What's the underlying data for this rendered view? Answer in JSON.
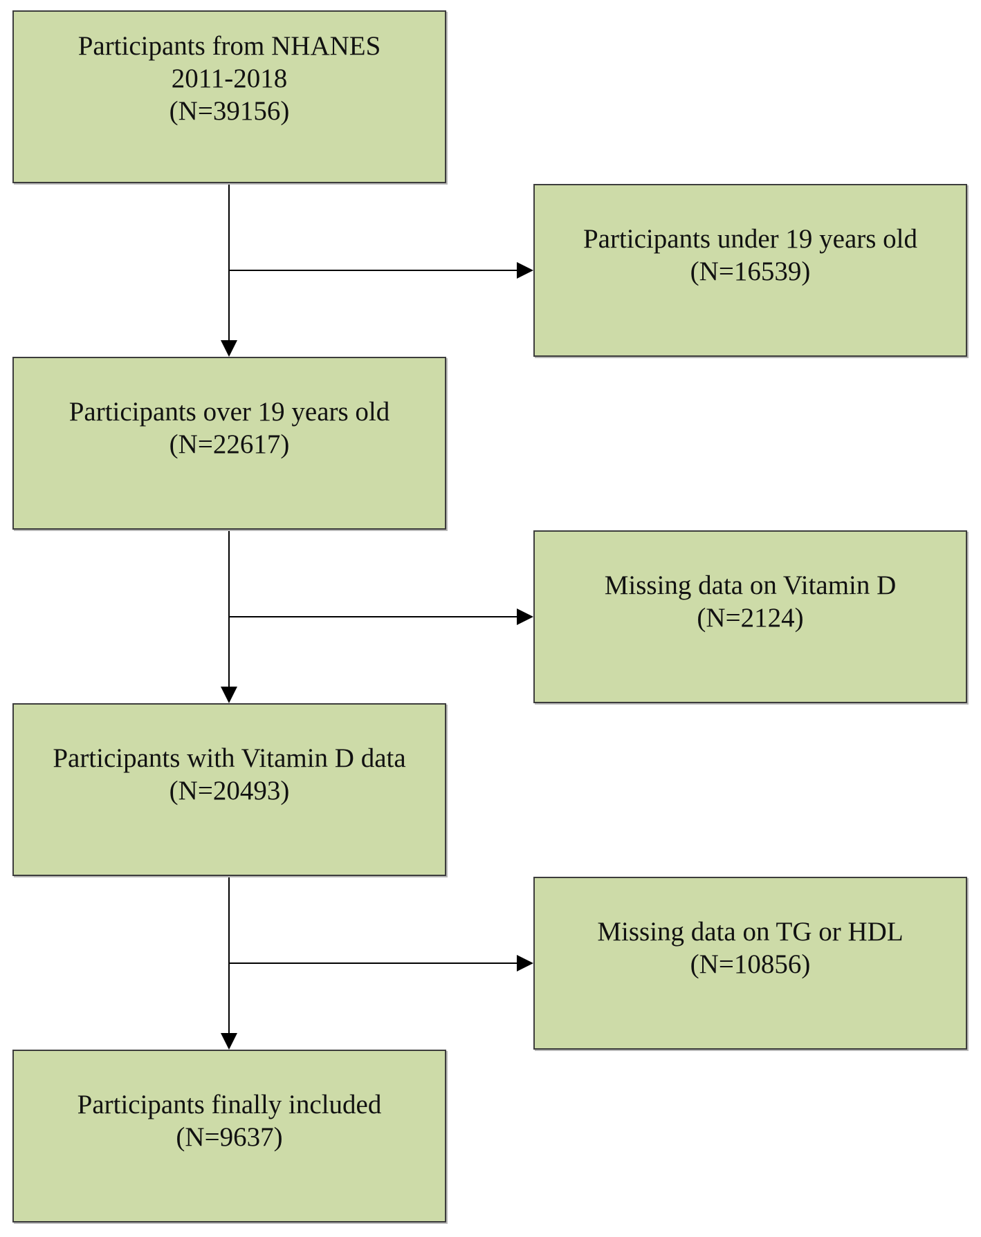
{
  "boxes": {
    "start": {
      "line1": "Participants from NHANES",
      "line2": "2011-2018",
      "line3": "(N=39156)"
    },
    "step2": {
      "line1": "Participants over 19 years old",
      "line2": "(N=22617)"
    },
    "step3": {
      "line1": "Participants with Vitamin D data",
      "line2": "(N=20493)"
    },
    "final": {
      "line1": "Participants finally included",
      "line2": "(N=9637)"
    }
  },
  "exclusions": {
    "excl1": {
      "line1": "Participants under 19 years old",
      "line2": "(N=16539)"
    },
    "excl2": {
      "line1": "Missing data on Vitamin D",
      "line2": "(N=2124)"
    },
    "excl3": {
      "line1": "Missing data on TG or HDL",
      "line2": "(N=10856)"
    }
  },
  "colors": {
    "box_fill": "#cddba8",
    "box_border": "#3c3c3c",
    "connector": "#000000"
  }
}
